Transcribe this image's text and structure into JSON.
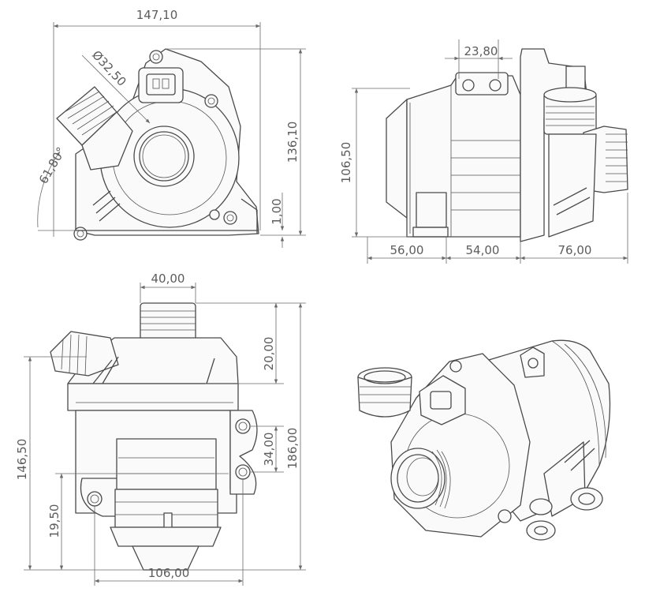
{
  "dimensions": {
    "front_width": "147,10",
    "front_height": "136,10",
    "front_diameter": "Ø32,50",
    "front_angle": "61,80°",
    "front_offset": "1,00",
    "side_spacing": "23,80",
    "side_height": "106,50",
    "side_seg1": "56,00",
    "side_seg2": "54,00",
    "side_seg3": "76,00",
    "bottom_top_width": "40,00",
    "bottom_height_a": "20,00",
    "bottom_height_b": "34,00",
    "bottom_height_total": "186,00",
    "bottom_left_height": "146,50",
    "bottom_left_small": "19,50",
    "bottom_width": "106,00"
  }
}
